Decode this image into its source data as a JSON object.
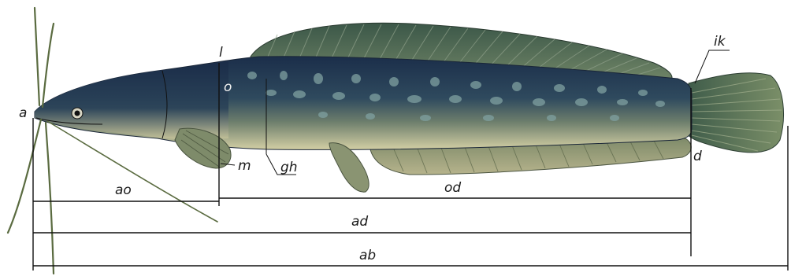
{
  "figure": {
    "labels": {
      "a": "a",
      "l": "l",
      "o": "o",
      "ik": "ik",
      "m": "m",
      "gh": "gh",
      "d": "d",
      "ao": "ao",
      "od": "od",
      "ad": "ad",
      "ab": "ab"
    }
  },
  "colors": {
    "body_dark": "#1f3550",
    "body_mid": "#3d5c6a",
    "belly": "#c9c69a",
    "fin": "#4f6b55",
    "fin_light": "#8d9c78",
    "spots": "#7fa0a0",
    "barbel": "#5a6b40"
  }
}
